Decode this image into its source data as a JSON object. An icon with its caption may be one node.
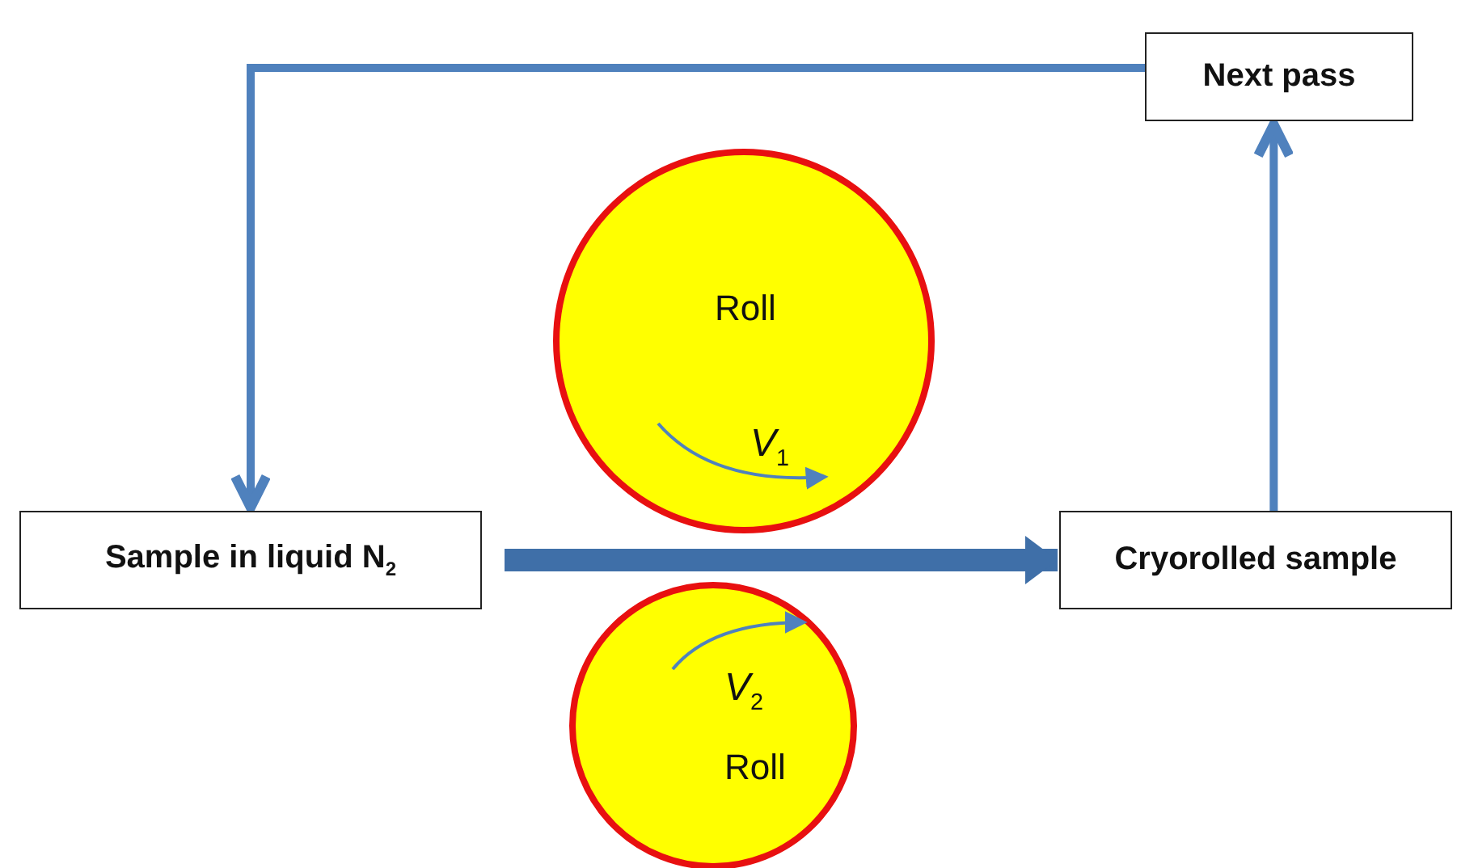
{
  "diagram": {
    "nodes": [
      {
        "text": [
          "Next pass"
        ]
      },
      {
        "text": [
          "Roll",
          "*V*$_{1}$"
        ]
      },
      {
        "text": [
          "Sample in liquid N$_{2}$"
        ]
      },
      {
        "text": [
          "Cryorolled sample"
        ]
      },
      {
        "text": [
          "*V*$_{2}$",
          "Roll"
        ]
      }
    ],
    "edges": [
      {
        "from": 0,
        "to": 2,
        "arrow": "to"
      },
      {
        "from": 2,
        "to": 3,
        "arrow": "to",
        "style": "thick"
      },
      {
        "from": 3,
        "to": 0,
        "arrow": "to"
      }
    ]
  }
}
